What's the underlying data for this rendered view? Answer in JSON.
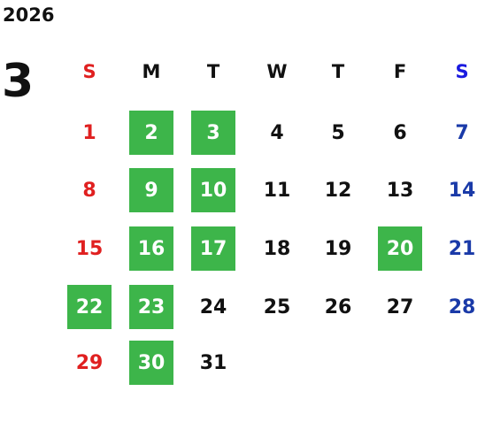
{
  "calendar": {
    "year": "2026",
    "month": "3",
    "weekdays": [
      "S",
      "M",
      "T",
      "W",
      "T",
      "F",
      "S"
    ],
    "highlight_color": "#3db54a",
    "sunday_color": "#e02020",
    "saturday_color": "#1a3aa8",
    "weeks": [
      [
        {
          "day": "1",
          "highlighted": false
        },
        {
          "day": "2",
          "highlighted": true
        },
        {
          "day": "3",
          "highlighted": true
        },
        {
          "day": "4",
          "highlighted": false
        },
        {
          "day": "5",
          "highlighted": false
        },
        {
          "day": "6",
          "highlighted": false
        },
        {
          "day": "7",
          "highlighted": false
        }
      ],
      [
        {
          "day": "8",
          "highlighted": false
        },
        {
          "day": "9",
          "highlighted": true
        },
        {
          "day": "10",
          "highlighted": true
        },
        {
          "day": "11",
          "highlighted": false
        },
        {
          "day": "12",
          "highlighted": false
        },
        {
          "day": "13",
          "highlighted": false
        },
        {
          "day": "14",
          "highlighted": false
        }
      ],
      [
        {
          "day": "15",
          "highlighted": false
        },
        {
          "day": "16",
          "highlighted": true
        },
        {
          "day": "17",
          "highlighted": true
        },
        {
          "day": "18",
          "highlighted": false
        },
        {
          "day": "19",
          "highlighted": false
        },
        {
          "day": "20",
          "highlighted": true
        },
        {
          "day": "21",
          "highlighted": false
        }
      ],
      [
        {
          "day": "22",
          "highlighted": true
        },
        {
          "day": "23",
          "highlighted": true
        },
        {
          "day": "24",
          "highlighted": false
        },
        {
          "day": "25",
          "highlighted": false
        },
        {
          "day": "26",
          "highlighted": false
        },
        {
          "day": "27",
          "highlighted": false
        },
        {
          "day": "28",
          "highlighted": false
        }
      ],
      [
        {
          "day": "29",
          "highlighted": false
        },
        {
          "day": "30",
          "highlighted": true
        },
        {
          "day": "31",
          "highlighted": false
        },
        {
          "day": "",
          "highlighted": false
        },
        {
          "day": "",
          "highlighted": false
        },
        {
          "day": "",
          "highlighted": false
        },
        {
          "day": "",
          "highlighted": false
        }
      ]
    ]
  }
}
